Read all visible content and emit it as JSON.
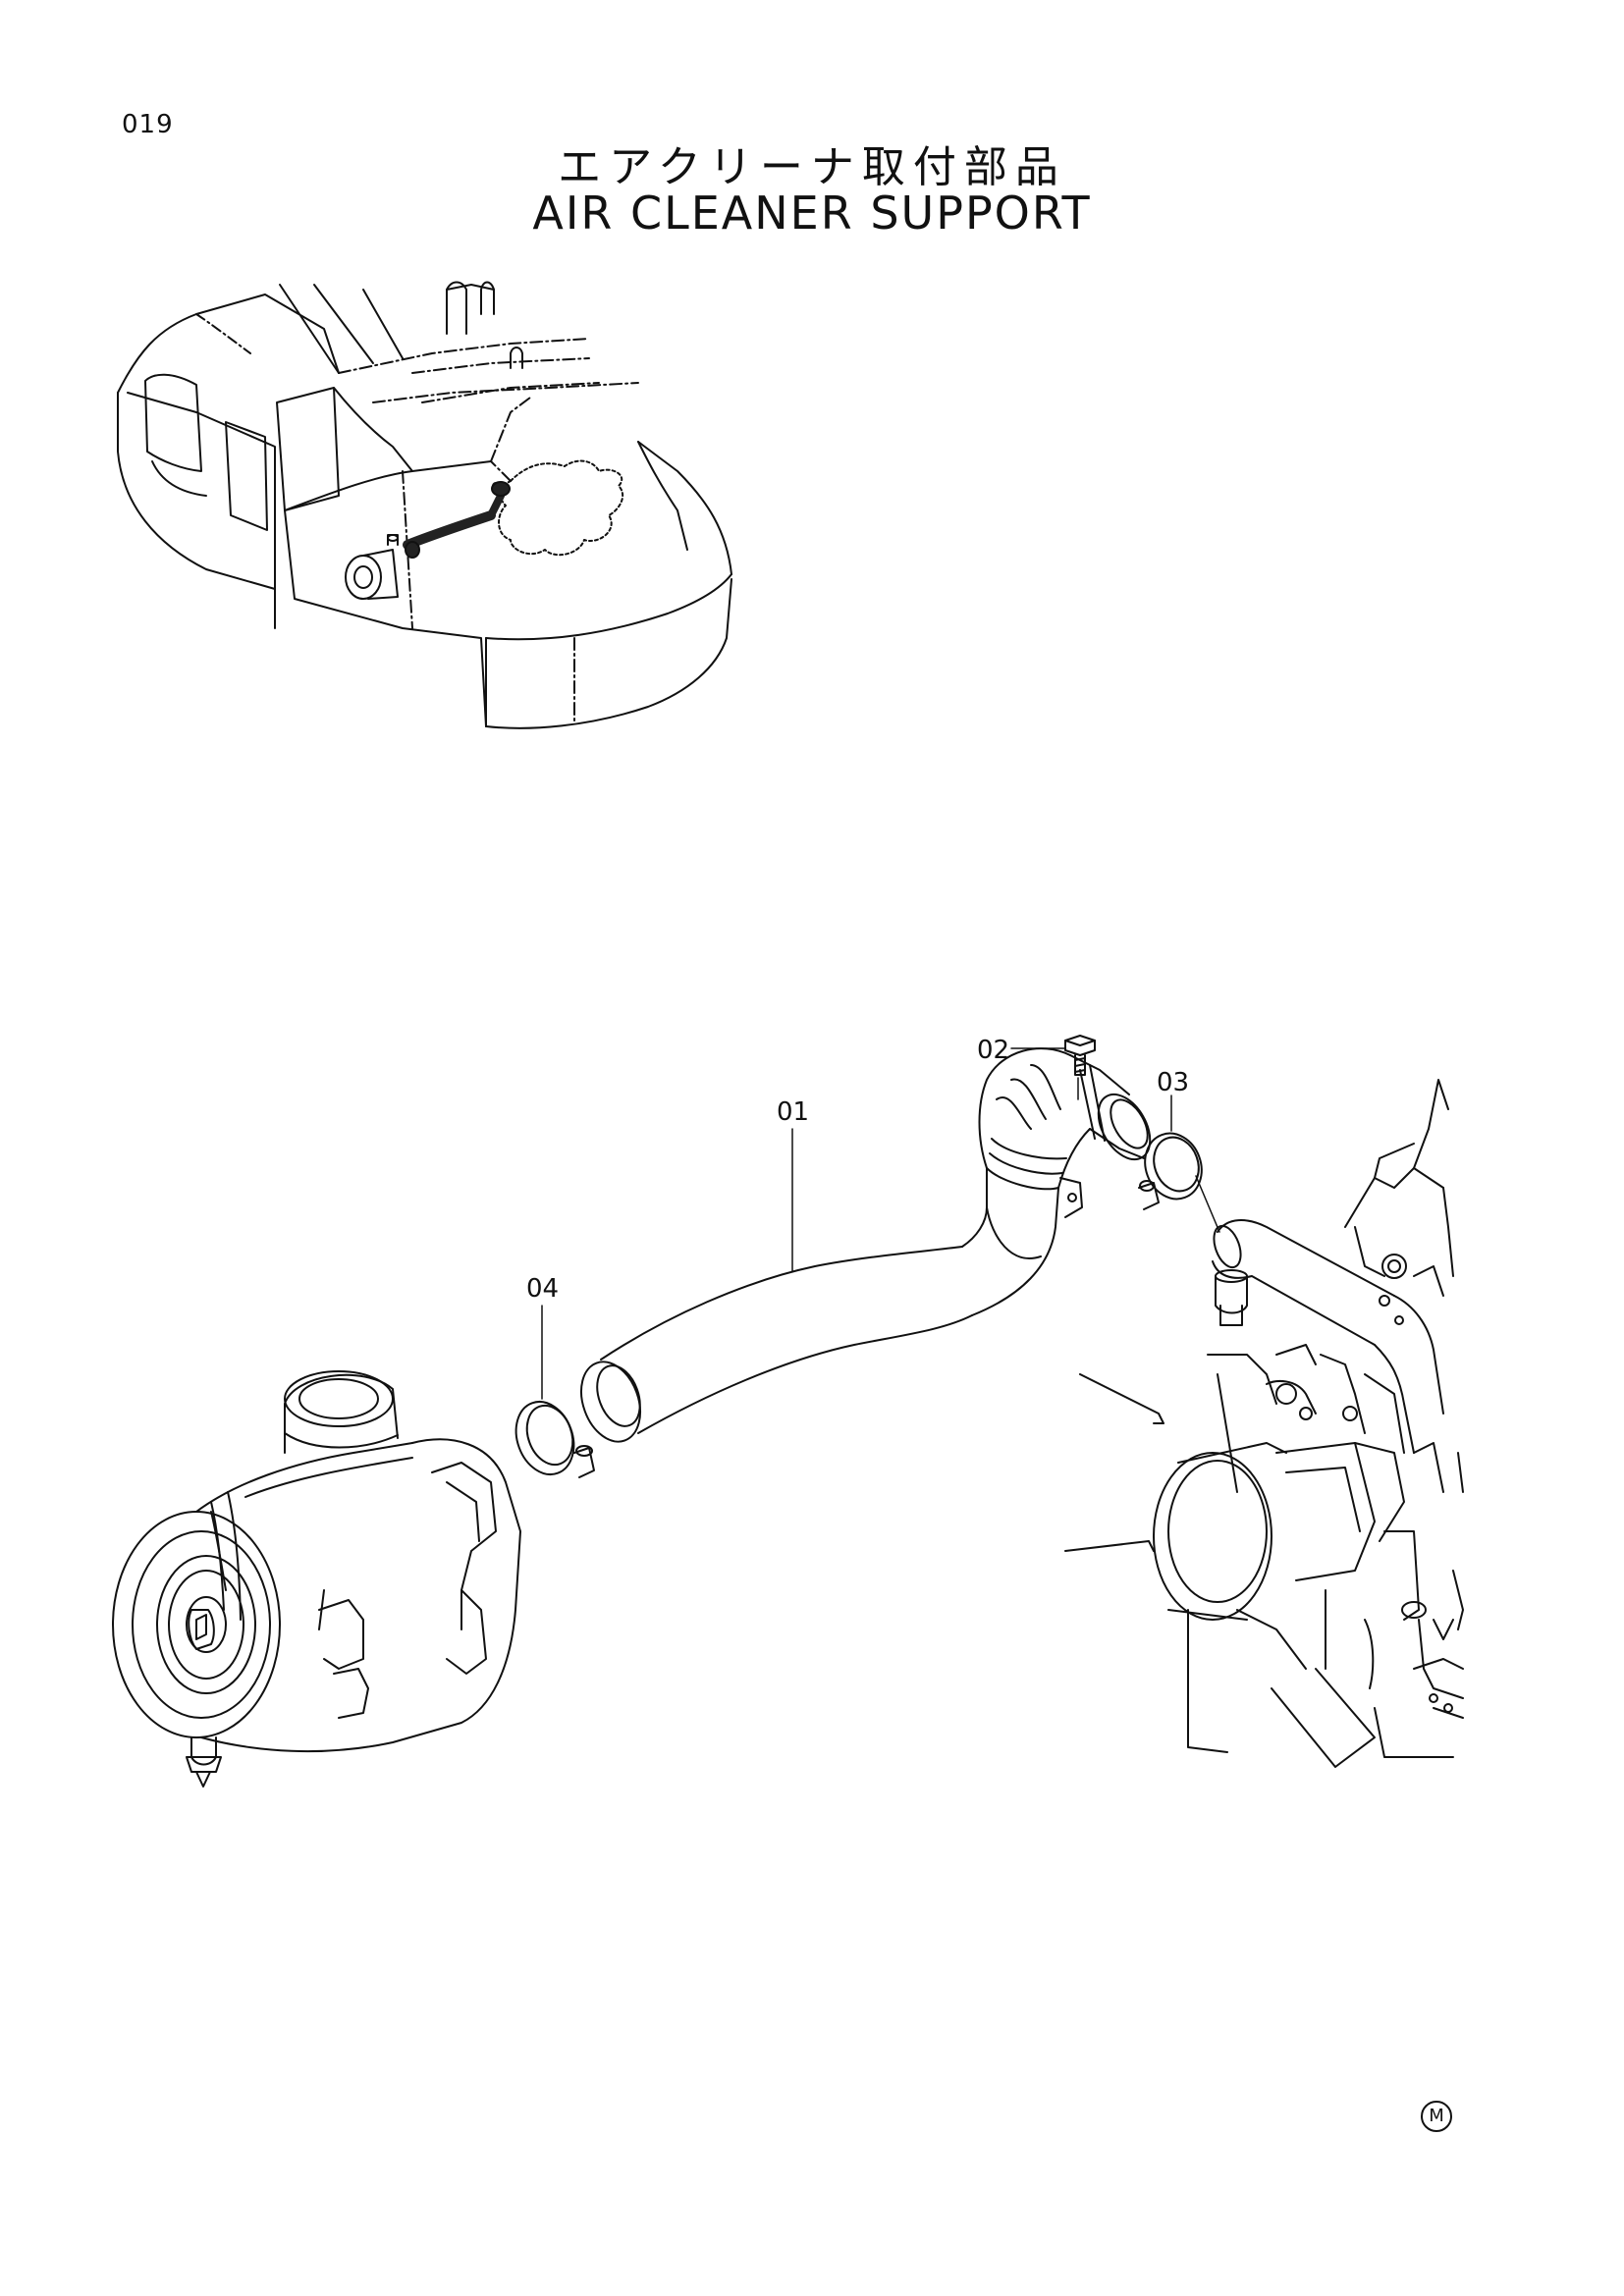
{
  "header": {
    "page_number": "019",
    "title_jp": "エアクリーナ取付部品",
    "title_en": "AIR CLEANER SUPPORT"
  },
  "callouts": {
    "part_01": "01",
    "part_02": "02",
    "part_03": "03",
    "part_04": "04"
  },
  "footer": {
    "mark": "M"
  },
  "icons": [
    "excavator-overview-illustration",
    "air-cleaner-illustration",
    "air-intake-hose-illustration",
    "hose-clamp-illustration",
    "bolt-illustration",
    "engine-illustration"
  ]
}
